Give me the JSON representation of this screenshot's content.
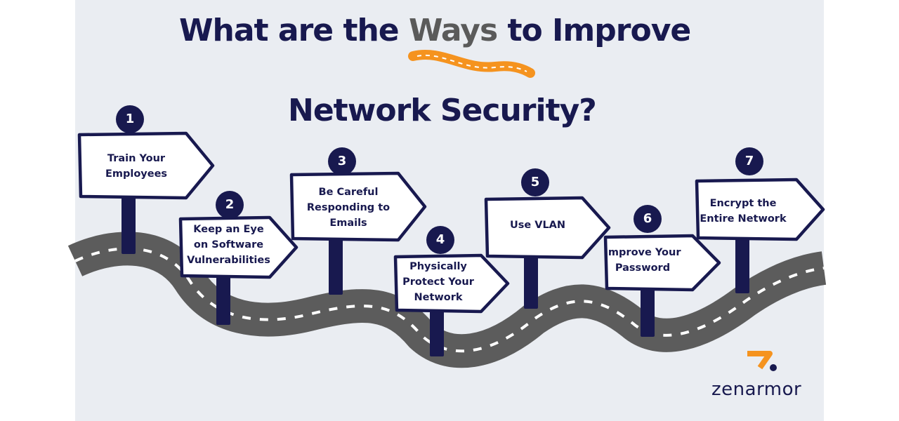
{
  "title": {
    "before": "What are the ",
    "highlight": "Ways",
    "after": " to Improve",
    "line2": "Network Security?"
  },
  "colors": {
    "background": "#eaedf2",
    "navy": "#18194f",
    "road": "#5c5c5c",
    "accent_orange": "#f5931f",
    "sign_fill": "#ffffff"
  },
  "steps": [
    {
      "number": "1",
      "lines": [
        "Train Your",
        "Employees"
      ]
    },
    {
      "number": "2",
      "lines": [
        "Keep an Eye",
        "on Software",
        "Vulnerabilities"
      ]
    },
    {
      "number": "3",
      "lines": [
        "Be Careful",
        "Responding to",
        "Emails"
      ]
    },
    {
      "number": "4",
      "lines": [
        "Physically",
        "Protect Your",
        "Network"
      ]
    },
    {
      "number": "5",
      "lines": [
        "Use VLAN"
      ]
    },
    {
      "number": "6",
      "lines": [
        "Improve Your",
        "Password"
      ]
    },
    {
      "number": "7",
      "lines": [
        "Encrypt the",
        "Entire Network"
      ]
    }
  ],
  "brand": {
    "name": "zenarmor",
    "mark_icon": "zenarmor-logo-mark-icon"
  }
}
